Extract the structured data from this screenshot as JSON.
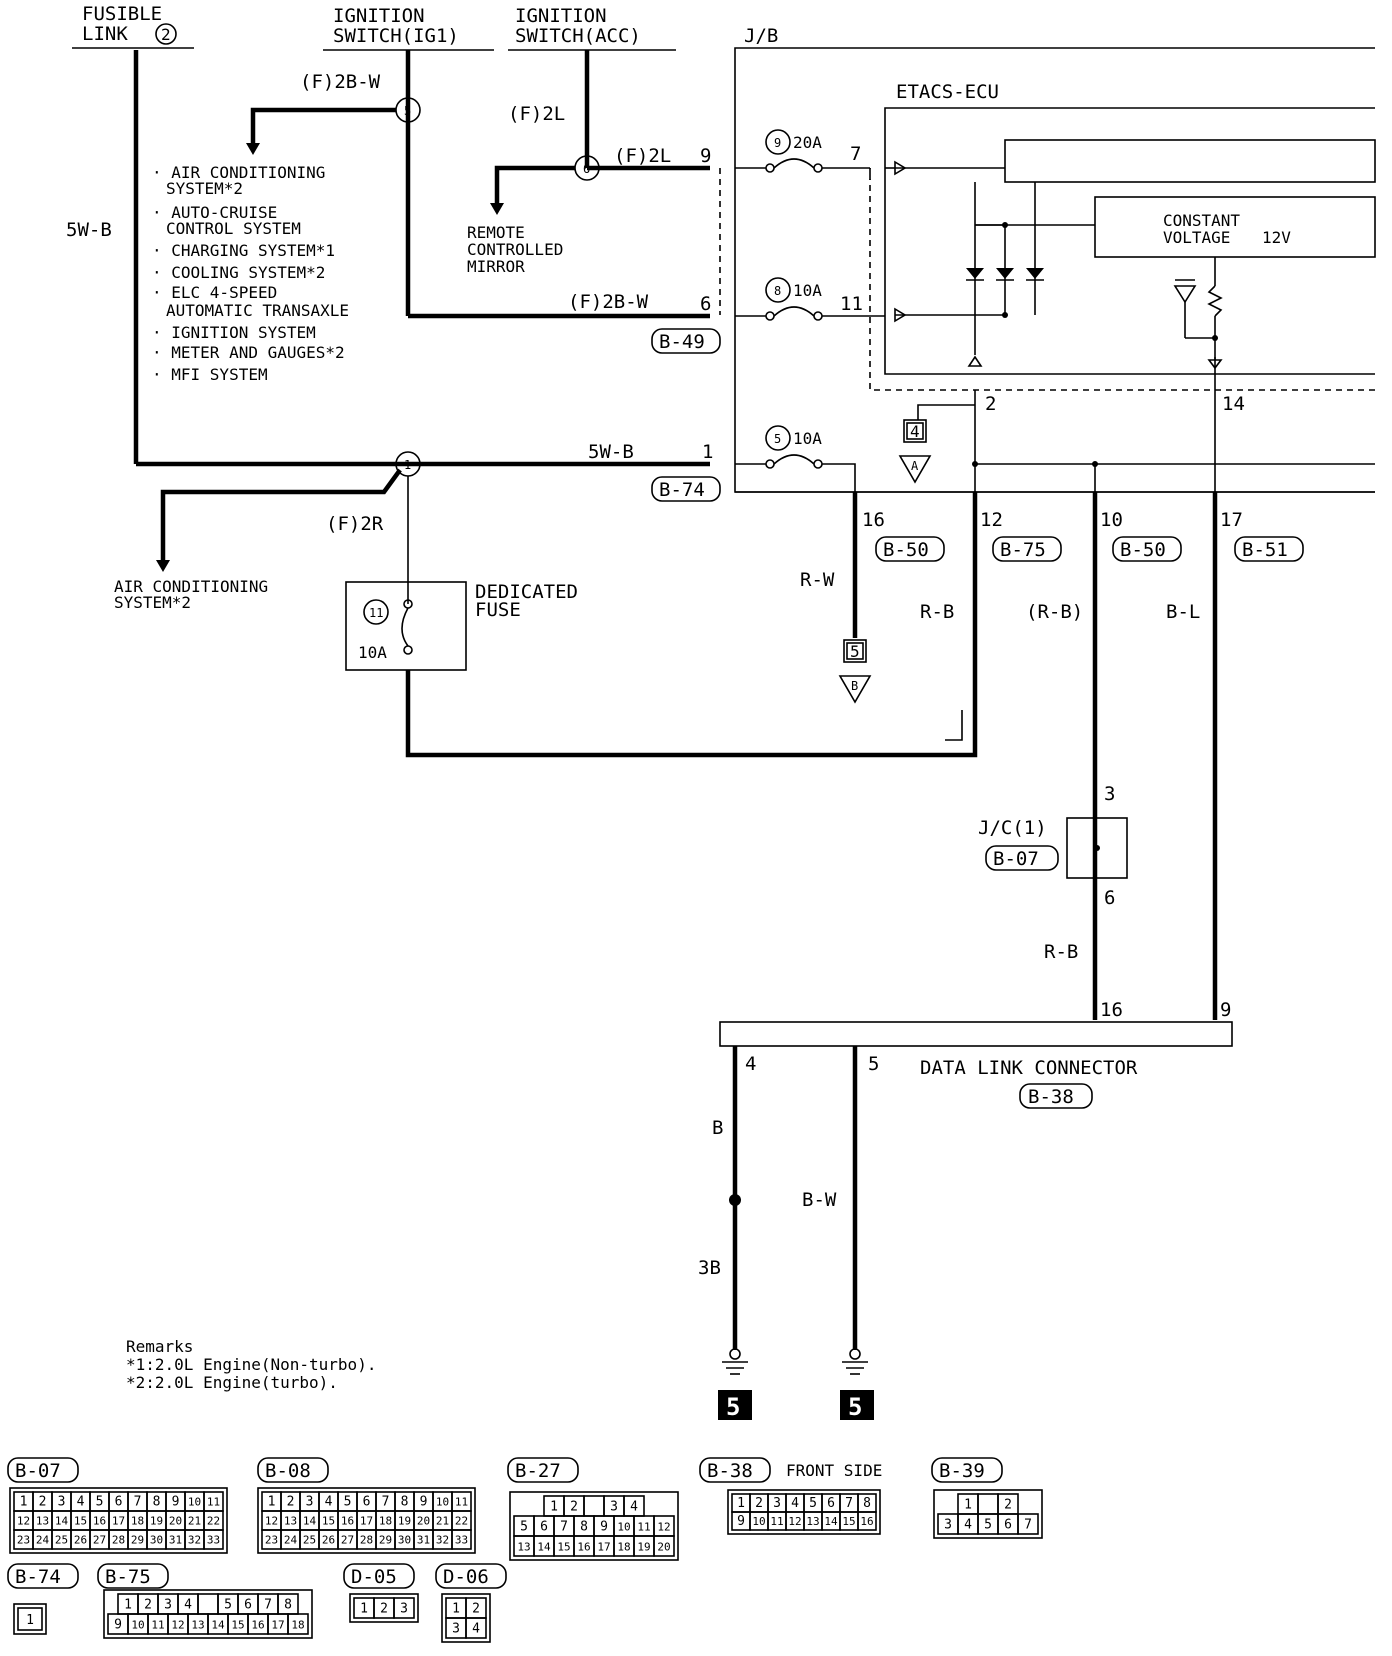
{
  "headers": {
    "fusible_link": [
      "FUSIBLE",
      "LINK"
    ],
    "fusible_link_no": "2",
    "ign_ig1": [
      "IGNITION",
      "SWITCH(IG1)"
    ],
    "ign_acc": [
      "IGNITION",
      "SWITCH(ACC)"
    ],
    "jb": "J/B",
    "etacs": "ETACS-ECU",
    "constant_voltage": [
      "CONSTANT",
      "VOLTAGE",
      "12V"
    ]
  },
  "wires": {
    "f2bw_top": "(F)2B-W",
    "f2l_top": "(F)2L",
    "f2l_mid": "(F)2L",
    "f2bw_mid": "(F)2B-W",
    "w5wb_left": "5W-B",
    "w5wb_mid": "5W-B",
    "f2r": "(F)2R",
    "rw": "R-W",
    "rb": "R-B",
    "rb_paren": "(R-B)",
    "bl": "B-L",
    "rb_lower": "R-B",
    "b": "B",
    "bw": "B-W",
    "b3": "3B"
  },
  "junctions": [
    "5",
    "6",
    "1"
  ],
  "systems_list": [
    [
      "AIR CONDITIONING",
      "SYSTEM*2"
    ],
    [
      "AUTO-CRUISE",
      "CONTROL SYSTEM"
    ],
    [
      "CHARGING SYSTEM*1"
    ],
    [
      "COOLING SYSTEM*2"
    ],
    [
      "ELC 4-SPEED",
      "AUTOMATIC TRANSAXLE"
    ],
    [
      "IGNITION SYSTEM"
    ],
    [
      "METER AND GAUGES*2"
    ],
    [
      "MFI SYSTEM"
    ]
  ],
  "remote_mirror": [
    "REMOTE",
    "CONTROLLED",
    "MIRROR"
  ],
  "ac_bottom": [
    "AIR CONDITIONING",
    "SYSTEM*2"
  ],
  "fuses": {
    "f9": {
      "no": "9",
      "amp": "20A"
    },
    "f8": {
      "no": "8",
      "amp": "10A"
    },
    "f5": {
      "no": "5",
      "amp": "10A"
    },
    "f11": {
      "no": "11",
      "amp": "10A"
    }
  },
  "dedicated_fuse": [
    "DEDICATED",
    "FUSE"
  ],
  "pins": {
    "p9": "9",
    "p7": "7",
    "p6": "6",
    "p11": "11",
    "p2": "2",
    "p14": "14",
    "p1": "1",
    "p16a": "16",
    "p12": "12",
    "p10": "10",
    "p17": "17",
    "jc3": "3",
    "jc6": "6",
    "dl16": "16",
    "dl9": "9",
    "dl4": "4",
    "dl5": "5"
  },
  "connectors": {
    "b49": "B-49",
    "b74": "B-74",
    "b50a": "B-50",
    "b75": "B-75",
    "b50b": "B-50",
    "b51": "B-51",
    "b07": "B-07",
    "b38": "B-38"
  },
  "refs": {
    "box4": "4",
    "triA": "A",
    "box5": "5",
    "triB": "B",
    "gnd_a": "5",
    "gnd_b": "5"
  },
  "jc": "J/C(1)",
  "data_link": "DATA LINK CONNECTOR",
  "remarks": {
    "title": "Remarks",
    "r1": "*1:2.0L Engine(Non-turbo).",
    "r2": "*2:2.0L Engine(turbo)."
  },
  "legend": {
    "b07": "B-07",
    "b08": "B-08",
    "b27": "B-27",
    "b38": "B-38",
    "front_side": "FRONT SIDE",
    "b39": "B-39",
    "b74": "B-74",
    "b75": "B-75",
    "d05": "D-05",
    "d06": "D-06",
    "b07_rows": [
      [
        "1",
        "2",
        "3",
        "4",
        "5",
        "6",
        "7",
        "8",
        "9",
        "10",
        "11"
      ],
      [
        "12",
        "13",
        "14",
        "15",
        "16",
        "17",
        "18",
        "19",
        "20",
        "21",
        "22"
      ],
      [
        "23",
        "24",
        "25",
        "26",
        "27",
        "28",
        "29",
        "30",
        "31",
        "32",
        "33"
      ]
    ],
    "b08_rows": [
      [
        "1",
        "2",
        "3",
        "4",
        "5",
        "6",
        "7",
        "8",
        "9",
        "10",
        "11"
      ],
      [
        "12",
        "13",
        "14",
        "15",
        "16",
        "17",
        "18",
        "19",
        "20",
        "21",
        "22"
      ],
      [
        "23",
        "24",
        "25",
        "26",
        "27",
        "28",
        "29",
        "30",
        "31",
        "32",
        "33"
      ]
    ],
    "b27_rows": [
      [
        "1",
        "2",
        "",
        "3",
        "4"
      ],
      [
        "5",
        "6",
        "7",
        "8",
        "9",
        "10",
        "11",
        "12"
      ],
      [
        "13",
        "14",
        "15",
        "16",
        "17",
        "18",
        "19",
        "20"
      ]
    ],
    "b38_rows": [
      [
        "1",
        "2",
        "3",
        "4",
        "5",
        "6",
        "7",
        "8"
      ],
      [
        "9",
        "10",
        "11",
        "12",
        "13",
        "14",
        "15",
        "16"
      ]
    ],
    "b39_rows": [
      [
        "1",
        "",
        "2"
      ],
      [
        "3",
        "4",
        "5",
        "6",
        "7"
      ]
    ],
    "b74_rows": [
      [
        "1"
      ]
    ],
    "b75_rows": [
      [
        "1",
        "2",
        "3",
        "4",
        "",
        "5",
        "6",
        "7",
        "8"
      ],
      [
        "9",
        "10",
        "11",
        "12",
        "13",
        "14",
        "15",
        "16",
        "17",
        "18"
      ]
    ],
    "d05_rows": [
      [
        "1",
        "2",
        "3"
      ]
    ],
    "d06_rows": [
      [
        "1",
        "2"
      ],
      [
        "3",
        "4"
      ]
    ]
  }
}
